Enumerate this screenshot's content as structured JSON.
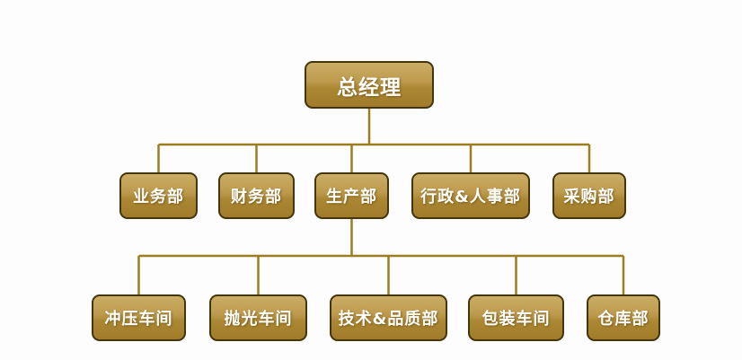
{
  "chart": {
    "title": "",
    "type": "org-chart",
    "root": {
      "label": "总经理"
    },
    "level2": [
      {
        "label": "业务部"
      },
      {
        "label": "财务部"
      },
      {
        "label": "生产部"
      },
      {
        "label": "行政&人事部"
      },
      {
        "label": "采购部"
      }
    ],
    "level3_parent": "生产部",
    "level3": [
      {
        "label": "冲压车间"
      },
      {
        "label": "抛光车间"
      },
      {
        "label": "技术&品质部"
      },
      {
        "label": "包装车间"
      },
      {
        "label": "仓库部"
      }
    ],
    "colors": {
      "box_fill_top": "#cbae66",
      "box_fill_bottom": "#a17b2a",
      "box_border": "#44350d",
      "connector_line": "#9c7d20",
      "text": "#ffffff",
      "background": "#fdfdfd"
    }
  }
}
